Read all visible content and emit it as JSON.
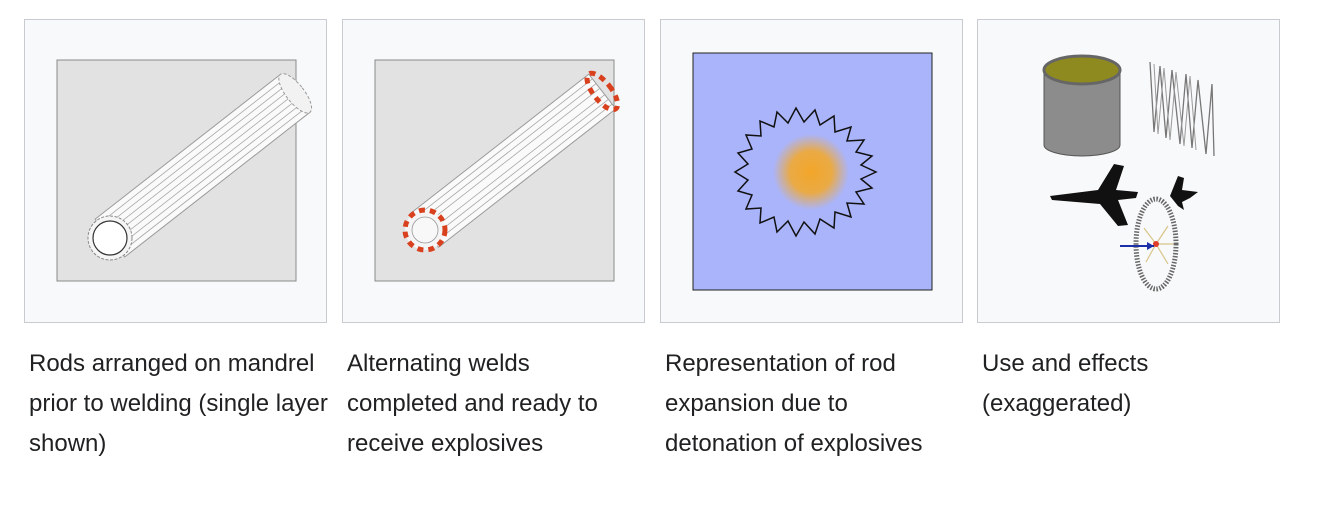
{
  "gallery": {
    "items": [
      {
        "icon": "rod-bundle-on-mandrel",
        "caption": "Rods arranged on mandrel prior to welding (single layer shown)"
      },
      {
        "icon": "welded-rod-bundle",
        "caption": "Alternating welds completed and ready to receive explosives"
      },
      {
        "icon": "rod-expansion-diagram",
        "caption": "Representation of rod expansion due to detonation of explosives"
      },
      {
        "icon": "use-and-effects-illustration",
        "caption": "Use and effects (exaggerated)"
      }
    ]
  },
  "colors": {
    "frame_bg": "#f8f9fa",
    "frame_border": "#c8ccd1",
    "tile_gray": "#e2e2e2",
    "weld_red": "#d9411e",
    "blast_bg": "#aab4fa",
    "explosion_core": "#f3a629"
  }
}
